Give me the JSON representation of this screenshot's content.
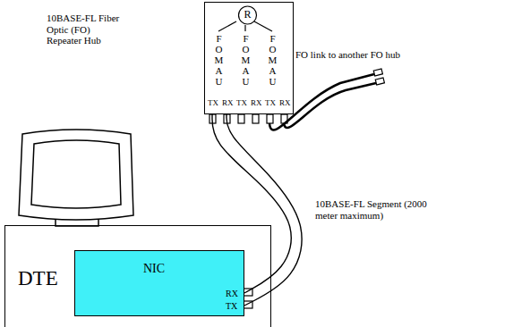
{
  "diagram": {
    "nodes": [
      {
        "text": [
          "FOMAU",
          "FOMAU",
          "FOMAU",
          "TX",
          "RX",
          "TX",
          "RX",
          "TX",
          "RX"
        ]
      },
      {
        "text": [
          "R"
        ],
        "in": 0
      },
      {
        "text": [
          "DTE"
        ]
      },
      {
        "text": [
          "NIC",
          "RX",
          "TX"
        ],
        "in": 2
      }
    ],
    "edges": [
      {
        "from": 0,
        "to": 3,
        "arrow": "none"
      },
      {
        "from": 0,
        "to": 3,
        "arrow": "none"
      }
    ],
    "labels": [
      "10BASE-FL Fiber Optic (FO) Repeater Hub",
      "FO link to another FO hub",
      "10BASE-FL Segment (2000 meter maximum)"
    ]
  }
}
